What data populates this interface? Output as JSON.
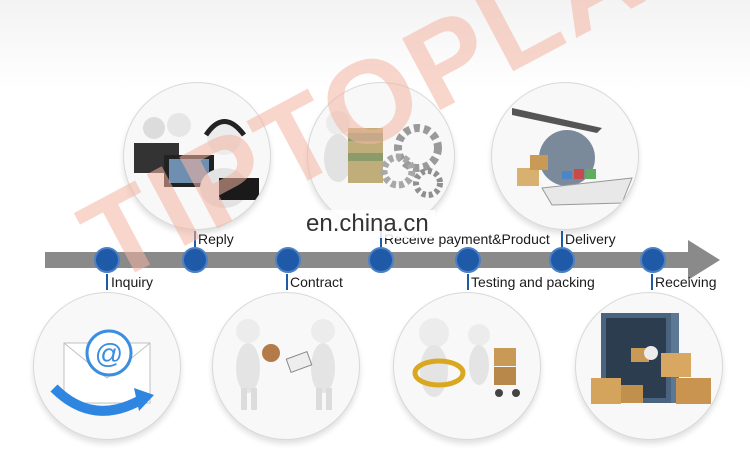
{
  "watermark": "TIPTOPLASER",
  "center_watermark": "en.china.cn",
  "steps": {
    "inquiry": "Inquiry",
    "reply": "Reply",
    "contract": "Contract",
    "receive_payment": "Receive payment&Product",
    "testing": "Testing and packing",
    "delivery": "Delivery",
    "receiving": "Receiving"
  },
  "colors": {
    "timeline": "#8a8a8a",
    "dot": "#1f5aa8",
    "watermark": "#f4b5a2"
  }
}
